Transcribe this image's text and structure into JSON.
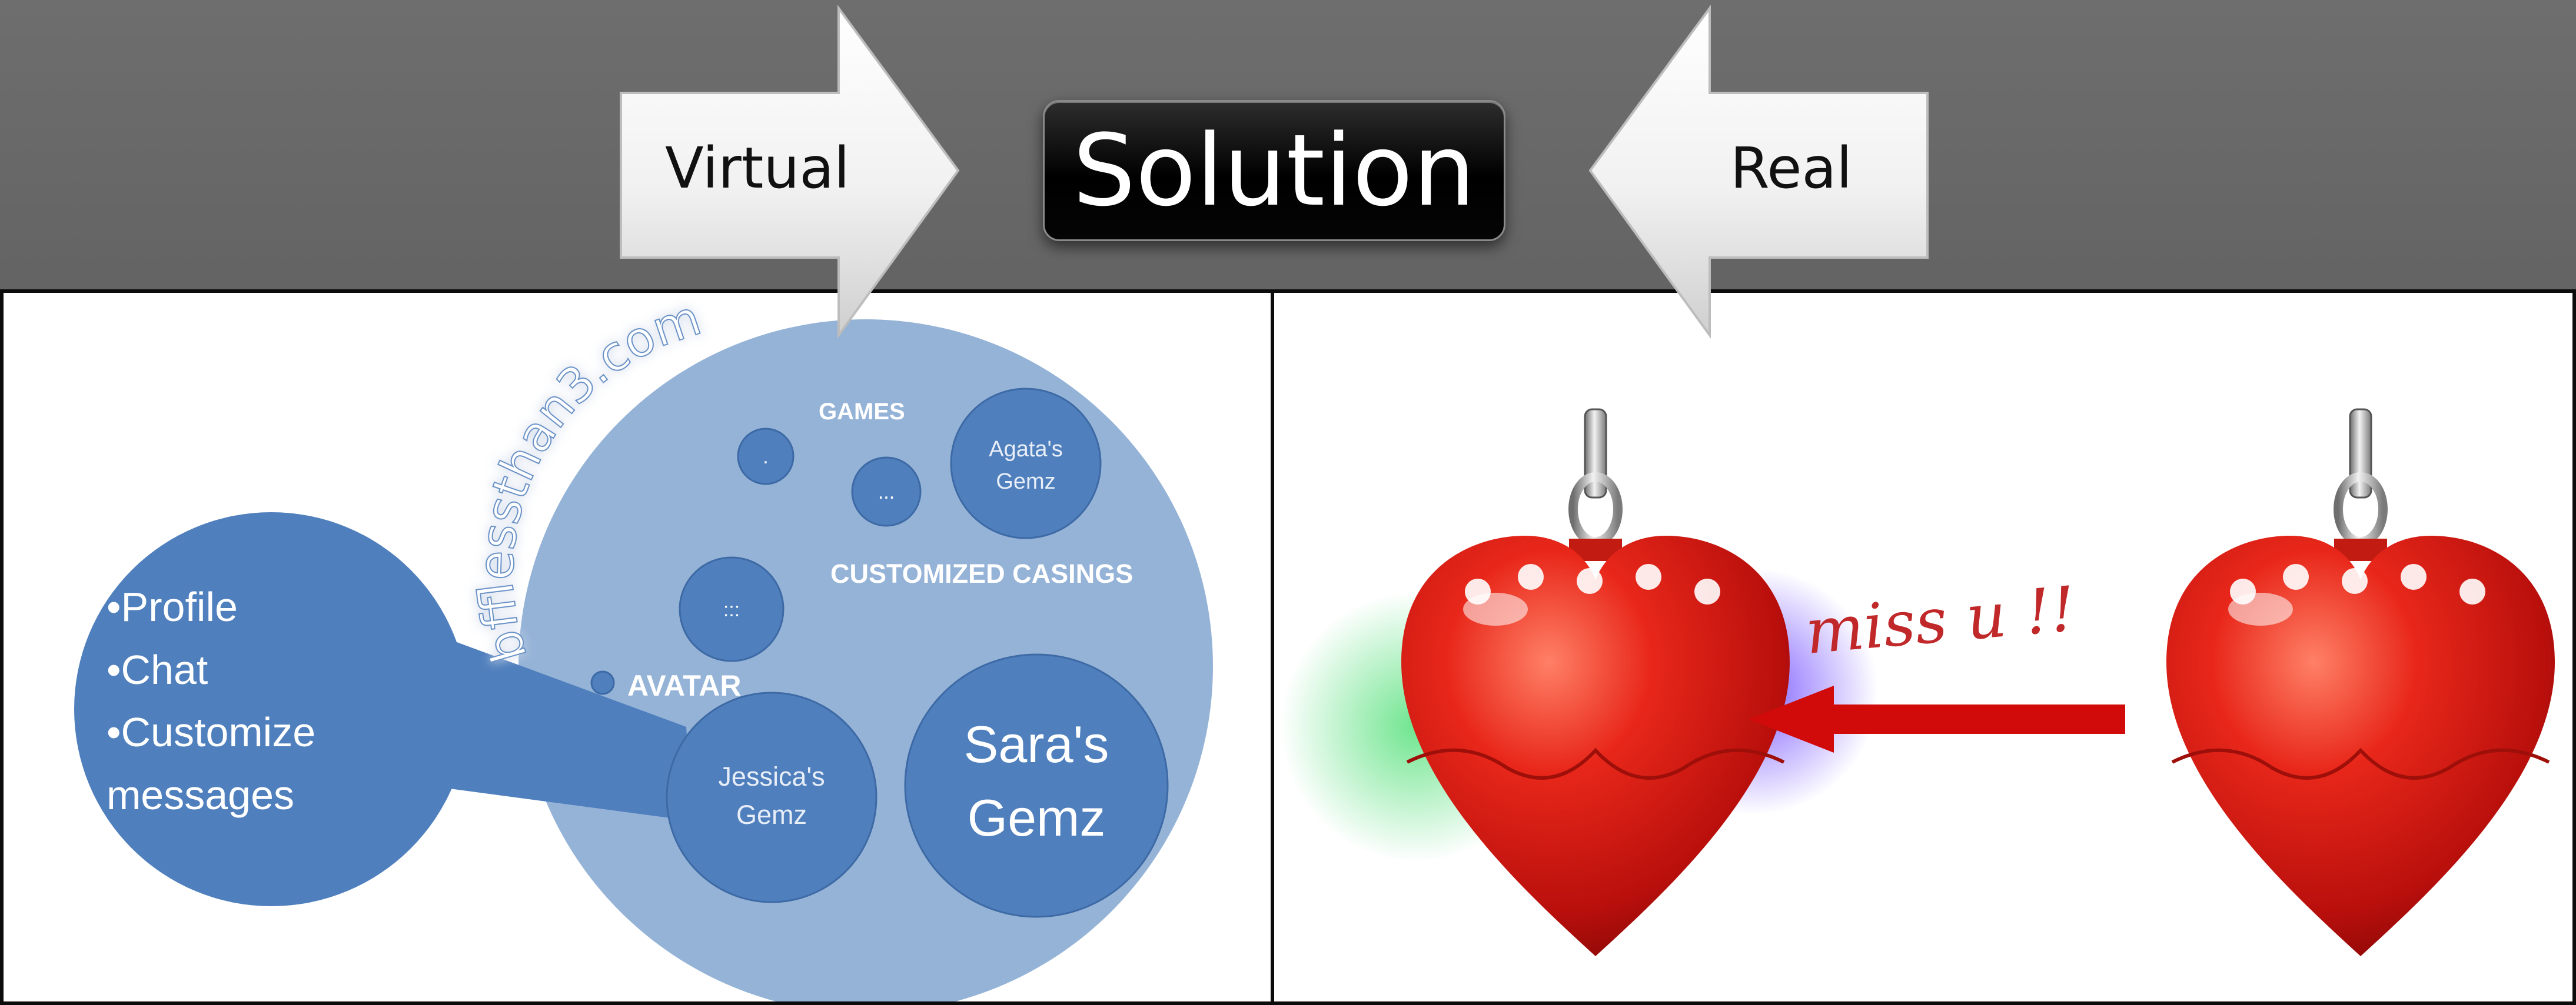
{
  "header": {
    "left_arrow_label": "Virtual",
    "title": "Solution",
    "right_arrow_label": "Real"
  },
  "virtual": {
    "site_name": "bfflessthan3.com",
    "bubble_items": [
      "•Profile",
      "•Chat",
      "•Customize",
      "messages"
    ],
    "labels": {
      "games": "GAMES",
      "customized_casings": "CUSTOMIZED CASINGS",
      "avatar": "AVATAR"
    },
    "small_circles": [
      ".",
      "...",
      ":::"
    ],
    "gemz": {
      "agata": [
        "Agata's",
        "Gemz"
      ],
      "jessica": [
        "Jessica's",
        "Gemz"
      ],
      "sara": [
        "Sara's",
        "Gemz"
      ]
    }
  },
  "real": {
    "message": "miss u !!"
  },
  "colors": {
    "circle_blue": "#4f7fbd",
    "big_circle": "#95b3d7",
    "heart_red": "#e0271b",
    "arrow_red": "#d10a0a",
    "message_red": "#c0282a"
  }
}
